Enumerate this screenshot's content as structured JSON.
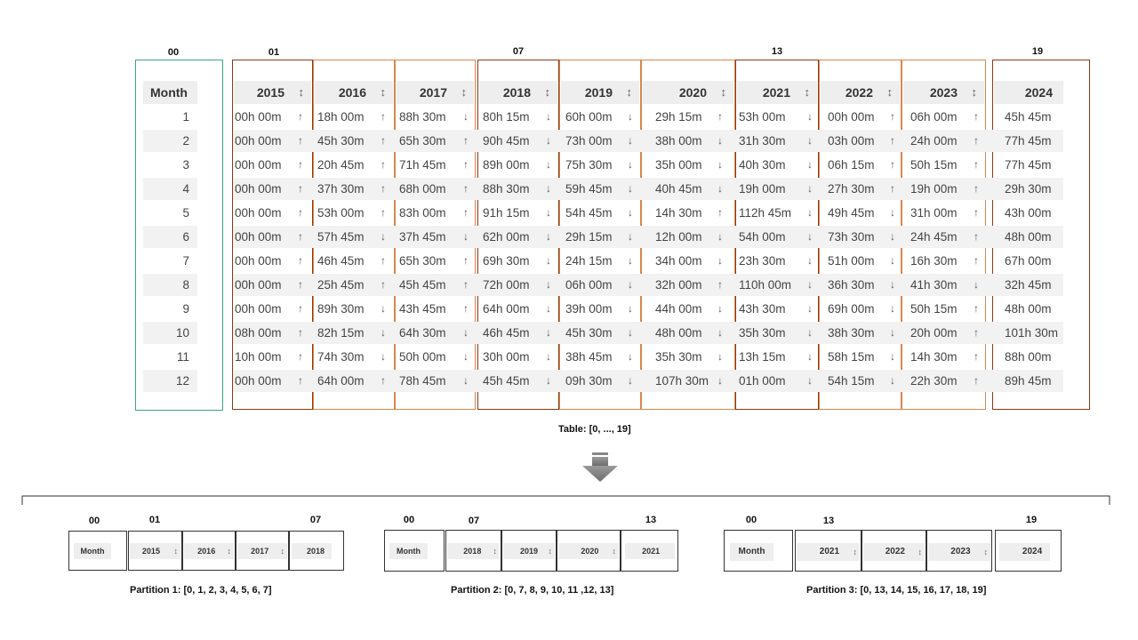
{
  "top_labels": [
    "00",
    "01",
    "07",
    "13",
    "19"
  ],
  "month_header": "Month",
  "months": [
    "1",
    "2",
    "3",
    "4",
    "5",
    "6",
    "7",
    "8",
    "9",
    "10",
    "11",
    "12"
  ],
  "years": [
    "2015",
    "2016",
    "2017",
    "2018",
    "2019",
    "2020",
    "2021",
    "2022",
    "2023",
    "2024"
  ],
  "columns": [
    {
      "values": [
        "00h 00m",
        "00h 00m",
        "00h 00m",
        "00h 00m",
        "00h 00m",
        "00h 00m",
        "00h 00m",
        "00h 00m",
        "00h 00m",
        "08h 00m",
        "10h 00m",
        "00h 00m"
      ],
      "arrows": [
        "↑",
        "↑",
        "↑",
        "↑",
        "↑",
        "↑",
        "↑",
        "↑",
        "↑",
        "↑",
        "↑",
        "↑"
      ]
    },
    {
      "values": [
        "18h 00m",
        "45h 30m",
        "20h 45m",
        "37h 30m",
        "53h 00m",
        "57h 45m",
        "46h 45m",
        "25h 45m",
        "89h 30m",
        "82h 15m",
        "74h 30m",
        "64h 00m"
      ],
      "arrows": [
        "↑",
        "↑",
        "↑",
        "↑",
        "↑",
        "↓",
        "↑",
        "↑",
        "↓",
        "↓",
        "↓",
        "↑"
      ]
    },
    {
      "values": [
        "88h 30m",
        "65h 30m",
        "71h 45m",
        "68h 00m",
        "83h 00m",
        "37h 45m",
        "65h 30m",
        "45h 45m",
        "43h 45m",
        "64h 30m",
        "50h 00m",
        "78h 45m"
      ],
      "arrows": [
        "↓",
        "↑",
        "↑",
        "↑",
        "↑",
        "↓",
        "↑",
        "↑",
        "↑",
        "↓",
        "↓",
        "↓"
      ]
    },
    {
      "values": [
        "80h 15m",
        "90h 45m",
        "89h 00m",
        "88h 30m",
        "91h 15m",
        "62h 00m",
        "69h 30m",
        "72h 00m",
        "64h 00m",
        "46h 45m",
        "30h 00m",
        "45h 45m"
      ],
      "arrows": [
        "↓",
        "↓",
        "↓",
        "↓",
        "↓",
        "↓",
        "↓",
        "↓",
        "↓",
        "↓",
        "↓",
        "↓"
      ]
    },
    {
      "values": [
        "60h 00m",
        "73h 00m",
        "75h 30m",
        "59h 45m",
        "54h 45m",
        "29h 15m",
        "24h 15m",
        "06h 00m",
        "39h 00m",
        "45h 30m",
        "38h 45m",
        "09h 30m"
      ],
      "arrows": [
        "↓",
        "↓",
        "↓",
        "↓",
        "↓",
        "↓",
        "↓",
        "↓",
        "↓",
        "↓",
        "↓",
        "↓"
      ]
    },
    {
      "values": [
        "29h 15m",
        "38h 00m",
        "35h 00m",
        "40h 45m",
        "14h 30m",
        "12h 00m",
        "34h 00m",
        "32h 00m",
        "44h 00m",
        "48h 00m",
        "35h 30m",
        "107h 30m"
      ],
      "arrows": [
        "↑",
        "↓",
        "↓",
        "↓",
        "↑",
        "↓",
        "↓",
        "↑",
        "↓",
        "↓",
        "↓",
        "↓"
      ]
    },
    {
      "values": [
        "53h 00m",
        "31h 30m",
        "40h 30m",
        "19h 00m",
        "112h 45m",
        "54h 00m",
        "23h 30m",
        "110h 00m",
        "43h 30m",
        "35h 30m",
        "13h 15m",
        "01h 00m"
      ],
      "arrows": [
        "↓",
        "↓",
        "↓",
        "↓",
        "↓",
        "↓",
        "↓",
        "↓",
        "↓",
        "↓",
        "↓",
        "↓"
      ]
    },
    {
      "values": [
        "00h 00m",
        "03h 00m",
        "06h 15m",
        "27h 30m",
        "49h 45m",
        "73h 30m",
        "51h 00m",
        "36h 30m",
        "69h 00m",
        "38h 30m",
        "58h 15m",
        "54h 15m"
      ],
      "arrows": [
        "↑",
        "↑",
        "↑",
        "↑",
        "↓",
        "↓",
        "↓",
        "↓",
        "↓",
        "↓",
        "↓",
        "↓"
      ]
    },
    {
      "values": [
        "06h 00m",
        "24h 00m",
        "50h 15m",
        "19h 00m",
        "31h 00m",
        "24h 45m",
        "16h 30m",
        "41h 30m",
        "50h 15m",
        "20h 00m",
        "14h 30m",
        "22h 30m"
      ],
      "arrows": [
        "↑",
        "↑",
        "↑",
        "↑",
        "↑",
        "↑",
        "↑",
        "↓",
        "↑",
        "↑",
        "↑",
        "↑"
      ]
    },
    {
      "values": [
        "45h 45m",
        "77h 45m",
        "77h 45m",
        "29h 30m",
        "43h 00m",
        "48h 00m",
        "67h 00m",
        "32h 45m",
        "48h 00m",
        "101h 30m",
        "88h 00m",
        "89h 45m"
      ],
      "arrows": []
    }
  ],
  "sort_icon": "↕",
  "table_caption": "Table: [0, ..., 19]",
  "partitions": [
    {
      "caption": "Partition 1: [0, 1, 2, 3, 4, 5, 6, 7]",
      "labels": [
        "00",
        "01",
        "07"
      ],
      "years": [
        "2015",
        "2016",
        "2017",
        "2018"
      ]
    },
    {
      "caption": "Partition 2: [0, 7, 8, 9, 10, 11 ,12, 13]",
      "labels": [
        "00",
        "07",
        "13"
      ],
      "years": [
        "2018",
        "2019",
        "2020",
        "2021"
      ]
    },
    {
      "caption": "Partition 3: [0, 13, 14, 15, 16, 17, 18, 19]",
      "labels": [
        "00",
        "13",
        "19"
      ],
      "years": [
        "2021",
        "2022",
        "2023",
        "2024"
      ]
    }
  ],
  "colors": {
    "month_border": "#3aa679",
    "boundary_border": "#8a3a12",
    "inner_border": "#d8864e",
    "arrow": "#888888"
  }
}
